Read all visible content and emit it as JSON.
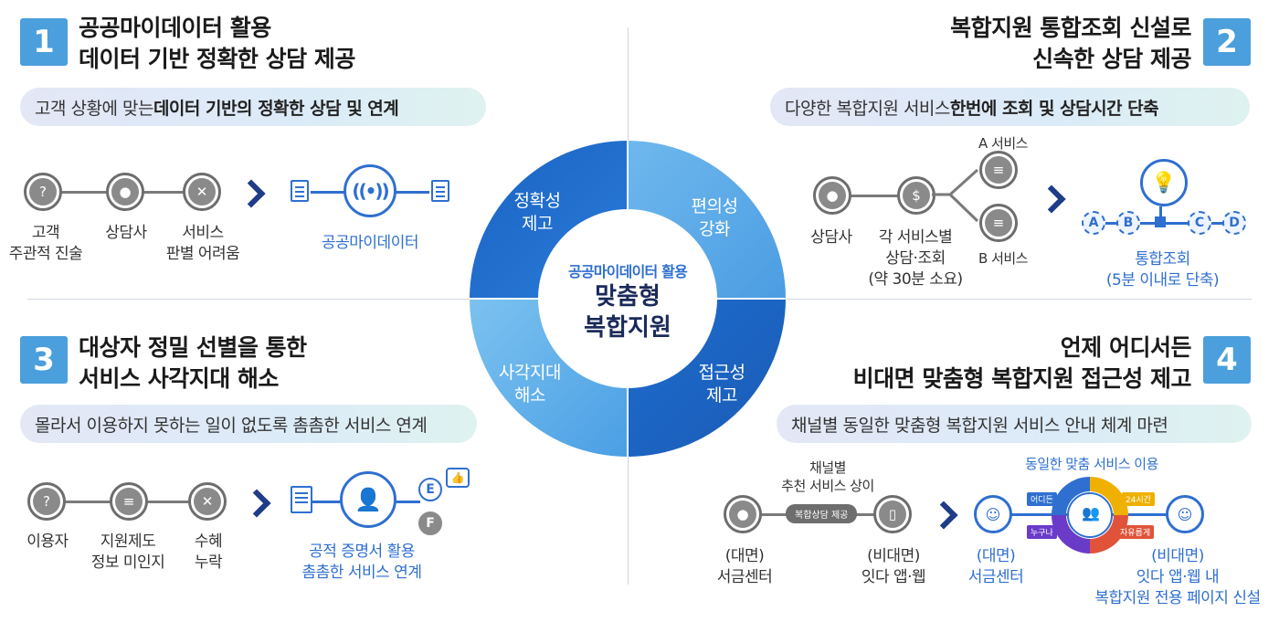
{
  "center": {
    "sub": "공공마이데이터 활용",
    "main1": "맞춤형",
    "main2": "복합지원",
    "seg_tl": [
      "정확성",
      "제고"
    ],
    "seg_tr": [
      "편의성",
      "강화"
    ],
    "seg_bl": [
      "사각지대",
      "해소"
    ],
    "seg_br": [
      "접근성",
      "제고"
    ]
  },
  "q1": {
    "num": "1",
    "title1": "공공마이데이터 활용",
    "title2": "데이터 기반 정확한 상담 제공",
    "banner_pre": "고객 상황에 맞는 ",
    "banner_bold": "데이터 기반의 정확한 상담 및 연계",
    "labels": [
      [
        "고객",
        "주관적 진술"
      ],
      [
        "상담사"
      ],
      [
        "서비스",
        "판별 어려움"
      ]
    ],
    "result": "공공마이데이터"
  },
  "q2": {
    "num": "2",
    "title1": "복합지원 통합조회 신설로",
    "title2": "신속한 상담 제공",
    "banner_pre": "다양한 복합지원 서비스 ",
    "banner_bold": "한번에 조회 및 상담시간 단축",
    "svc_a": "A 서비스",
    "svc_b": "B 서비스",
    "counselor": "상담사",
    "each": [
      "각 서비스별",
      "상담·조회",
      "(약 30분 소요)"
    ],
    "nodes": [
      "A",
      "B",
      "C",
      "D"
    ],
    "result": [
      "통합조회",
      "(5분 이내로 단축)"
    ]
  },
  "q3": {
    "num": "3",
    "title1": "대상자 정밀 선별을 통한",
    "title2": "서비스 사각지대  해소",
    "banner": "몰라서 이용하지 못하는 일이 없도록 촘촘한 서비스 연계",
    "labels": [
      [
        "이용자"
      ],
      [
        "지원제도",
        "정보 미인지"
      ],
      [
        "수혜",
        "누락"
      ]
    ],
    "badges": [
      "E",
      "F"
    ],
    "result": [
      "공적 증명서 활용",
      "촘촘한 서비스 연계"
    ]
  },
  "q4": {
    "num": "4",
    "title1": "언제 어디서든",
    "title2": "비대면 맞춤형 복합지원 접근성 제고",
    "banner": "채널별 동일한 맞춤형 복합지원 서비스 안내 체계 마련",
    "diff": [
      "채널별",
      "추천 서비스 상이"
    ],
    "pill": "복합상담 제공",
    "left_a": [
      "(대면)",
      "서금센터"
    ],
    "left_b": [
      "(비대면)",
      "잇다 앱·웹"
    ],
    "same": "동일한 맞춤 서비스 이용",
    "ring": [
      "어디든",
      "24시간",
      "누구나",
      "자유롭게"
    ],
    "right_a": [
      "(대면)",
      "서금센터"
    ],
    "right_b": [
      "(비대면)",
      "잇다 앱·웹 내",
      "복합지원 전용 페이지 신설"
    ]
  }
}
